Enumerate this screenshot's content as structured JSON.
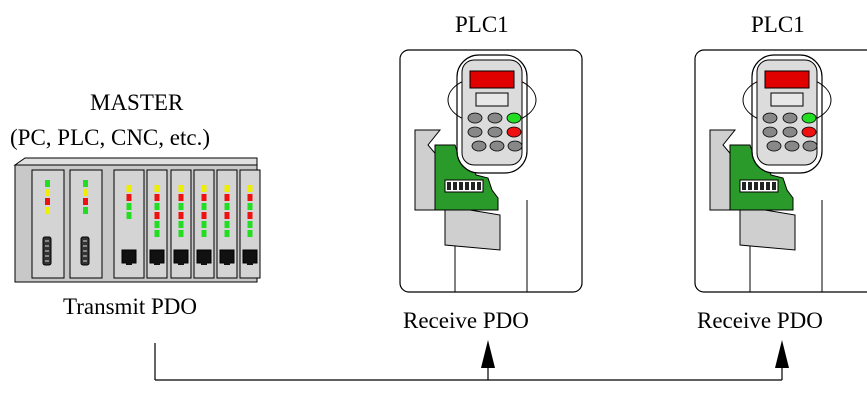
{
  "master": {
    "title_line1": "MASTER",
    "title_line2": "(PC, PLC, CNC, etc.)",
    "port_label": "Transmit PDO"
  },
  "slaves": [
    {
      "title": "PLC1",
      "port_label": "Receive PDO"
    },
    {
      "title": "PLC1",
      "port_label": "Receive PDO"
    }
  ],
  "colors": {
    "led_green": "#22dd22",
    "led_yellow": "#eeee00",
    "led_red": "#ee1111",
    "display_red": "#e00000",
    "board_green": "#2a9a2a",
    "rack_gray": "#c8c8c8",
    "slave_bg": "#e6e6e6"
  }
}
